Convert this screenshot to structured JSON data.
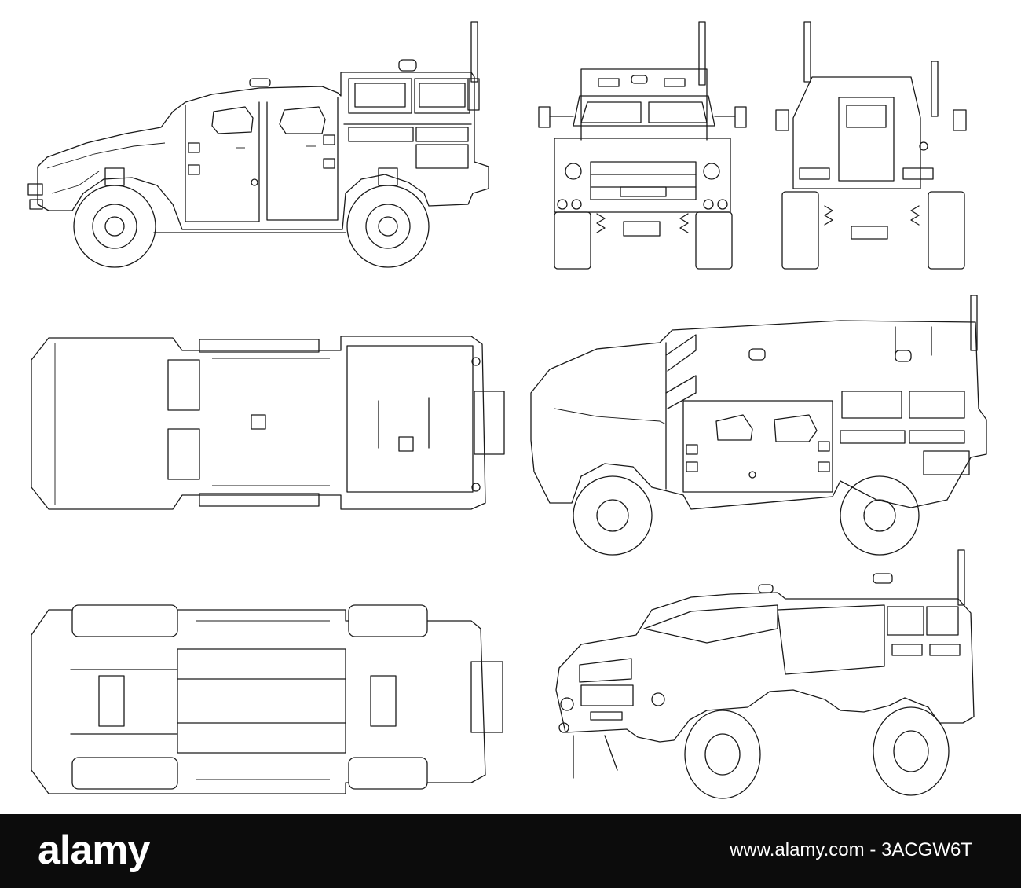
{
  "views": [
    {
      "name": "side-view-left"
    },
    {
      "name": "front-view"
    },
    {
      "name": "rear-view"
    },
    {
      "name": "top-view"
    },
    {
      "name": "side-view-right-elevated"
    },
    {
      "name": "underside-view"
    },
    {
      "name": "three-quarter-front-view"
    }
  ],
  "footer": {
    "logo_text": "alamy",
    "image_ref": "www.alamy.com - 3ACGW6T",
    "background": "#0c0c0c",
    "text_color": "#ffffff"
  },
  "colors": {
    "line": "#1a1a1a",
    "paper": "#ffffff"
  }
}
